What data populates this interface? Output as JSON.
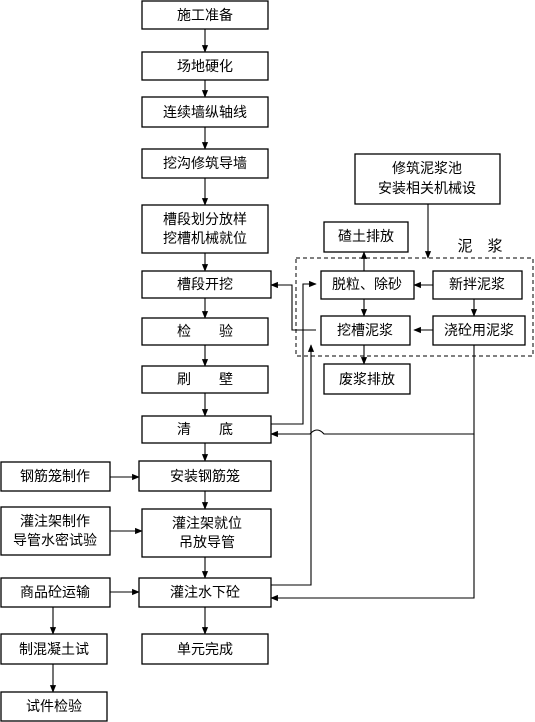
{
  "nodes": {
    "prep": "施工准备",
    "harden": "场地硬化",
    "axis": "连续墙纵轴线",
    "guidewall": "挖沟修筑导墙",
    "layout": [
      "槽段划分放样",
      "挖槽机械就位"
    ],
    "excavate": "槽段开挖",
    "inspect": "检　　验",
    "brush": "刷　　壁",
    "clean": "清　　底",
    "cage_make": "钢筋笼制作",
    "cage_install": "安装钢筋笼",
    "frame_make": [
      "灌注架制作",
      "导管水密试验"
    ],
    "frame_place": [
      "灌注架就位",
      "吊放导管"
    ],
    "concrete_transport": "商品砼运输",
    "pour": "灌注水下砼",
    "specimen_make": "制混凝土试",
    "specimen_test": "试件检验",
    "done": "单元完成",
    "slurry_pool": [
      "修筑泥浆池",
      "安装相关机械设"
    ],
    "slag": "碴土排放",
    "desand": "脱粒、除砂",
    "new_slurry": "新拌泥浆",
    "trench_slurry": "挖槽泥浆",
    "pour_slurry": "浇砼用泥浆",
    "waste": "废浆排放"
  },
  "group_label": "泥　浆"
}
